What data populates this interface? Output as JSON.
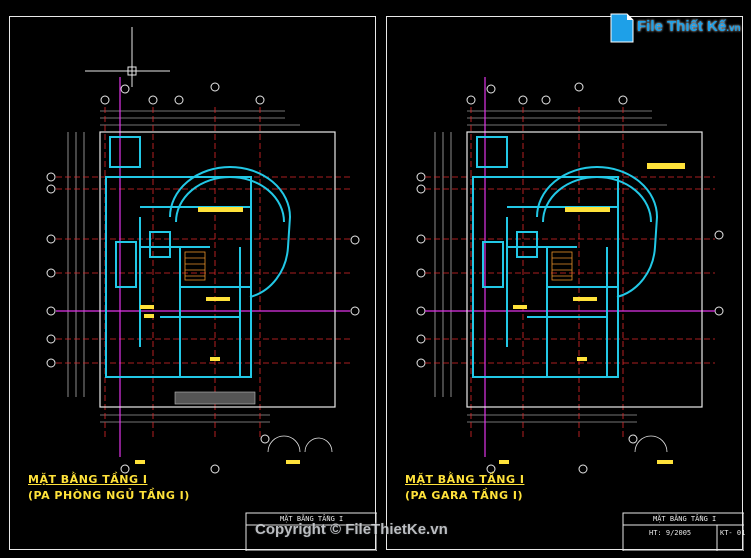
{
  "watermark": {
    "logo_text": "File Thiết Kế",
    "logo_suffix": ".vn",
    "copyright": "Copyright © FileThietKe.vn"
  },
  "left_sheet": {
    "plan_title": "MẶT BẰNG TẦNG I",
    "plan_subtitle": "(PA PHÒNG NGỦ TẦNG I)",
    "titleblock_label": "MẶT BẰNG TẦNG I"
  },
  "right_sheet": {
    "plan_title": "MẶT BẰNG TẦNG I",
    "plan_subtitle": "(PA GARA TẦNG I)",
    "titleblock_label": "MẶT BẰNG TẦNG I",
    "titleblock_date": "HT: 9/2005",
    "titleblock_code": "KT- 01"
  },
  "colors": {
    "background": "#000000",
    "walls": "#22c8e6",
    "grid_axis": "#e0282b",
    "dimension": "#e8e8e8",
    "magenta_axis": "#e034e8",
    "label_yellow": "#ffe23a"
  }
}
